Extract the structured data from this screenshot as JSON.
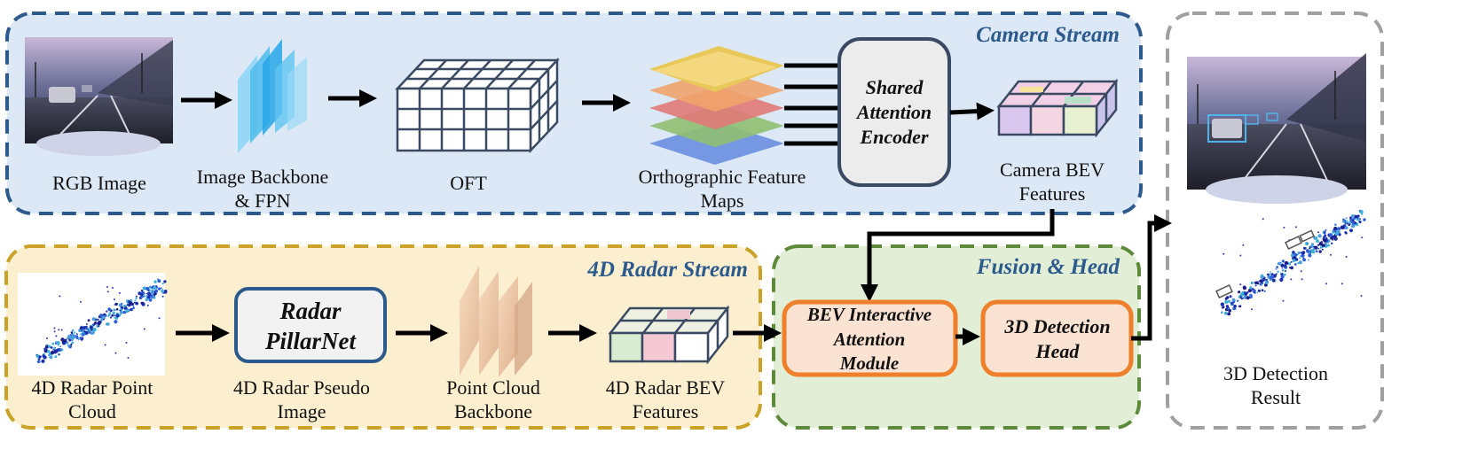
{
  "streams": {
    "camera": "Camera Stream",
    "radar": "4D Radar Stream",
    "fusion": "Fusion & Head"
  },
  "labels": {
    "rgb_image": "RGB Image",
    "image_backbone": [
      "Image Backbone",
      "& FPN"
    ],
    "oft": "OFT",
    "ortho_maps": [
      "Orthographic Feature",
      "Maps"
    ],
    "camera_bev": [
      "Camera BEV",
      "Features"
    ],
    "radar_point_cloud": [
      "4D Radar Point",
      "Cloud"
    ],
    "radar_pseudo": [
      "4D Radar Pseudo",
      "Image"
    ],
    "pc_backbone": [
      "Point Cloud",
      "Backbone"
    ],
    "radar_bev": [
      "4D Radar BEV",
      "Features"
    ],
    "result": [
      "3D Detection",
      "Result"
    ]
  },
  "boxes": {
    "shared_encoder": [
      "Shared",
      "Attention",
      "Encoder"
    ],
    "radar_pillarnet": [
      "Radar",
      "PillarNet"
    ],
    "bev_interactive": [
      "BEV Interactive",
      "Attention",
      "Module"
    ],
    "detection_head": [
      "3D Detection",
      "Head"
    ]
  },
  "colors": {
    "camera_border": "#2c5a8c",
    "camera_fill": "#dce8f5",
    "radar_border": "#c9a227",
    "radar_fill": "#fbefcf",
    "fusion_border": "#5c8a3a",
    "fusion_fill": "#e2efd6",
    "result_border": "#a0a0a0",
    "module_border": "#ef7f2a",
    "module_fill": "#fae3d2"
  },
  "icons": [
    "road-photo",
    "feature-pyramid",
    "voxel-grid",
    "layered-feature-maps",
    "bev-feature-grid",
    "point-cloud-scatter",
    "detection-photo"
  ]
}
